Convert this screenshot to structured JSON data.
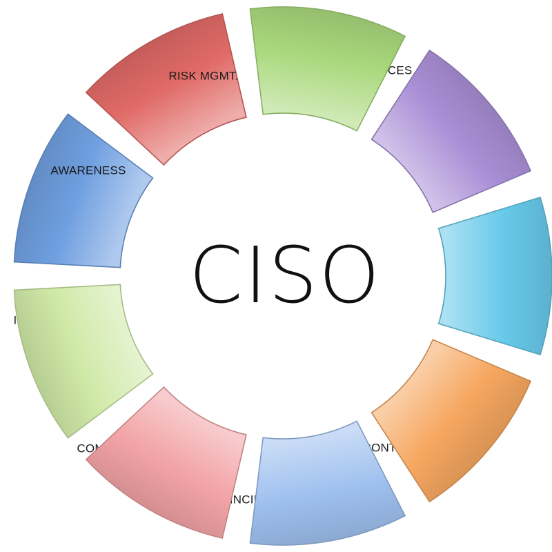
{
  "diagram": {
    "center_label": "CISO",
    "segments": [
      {
        "label": "BEST PRACTICES",
        "color": "#6f9fe0"
      },
      {
        "label": "ISMS MGMT",
        "color": "#e06a66"
      },
      {
        "label": "COMMS.",
        "color": "#a9d87c"
      },
      {
        "label": "CONTROLS MGMT.",
        "color": "#a98fd6"
      },
      {
        "label": "INCIDENT MGMT.",
        "color": "#67c9ea"
      },
      {
        "label": "COMPLIANCE MGMT.",
        "color": "#f6a760"
      },
      {
        "label": "INTERNAL AUDIT",
        "color": "#9ec0ef"
      },
      {
        "label": "AWARENESS",
        "color": "#f2a3a5"
      },
      {
        "label": "RISK MGMT.",
        "color": "#cfe9a7"
      }
    ]
  }
}
